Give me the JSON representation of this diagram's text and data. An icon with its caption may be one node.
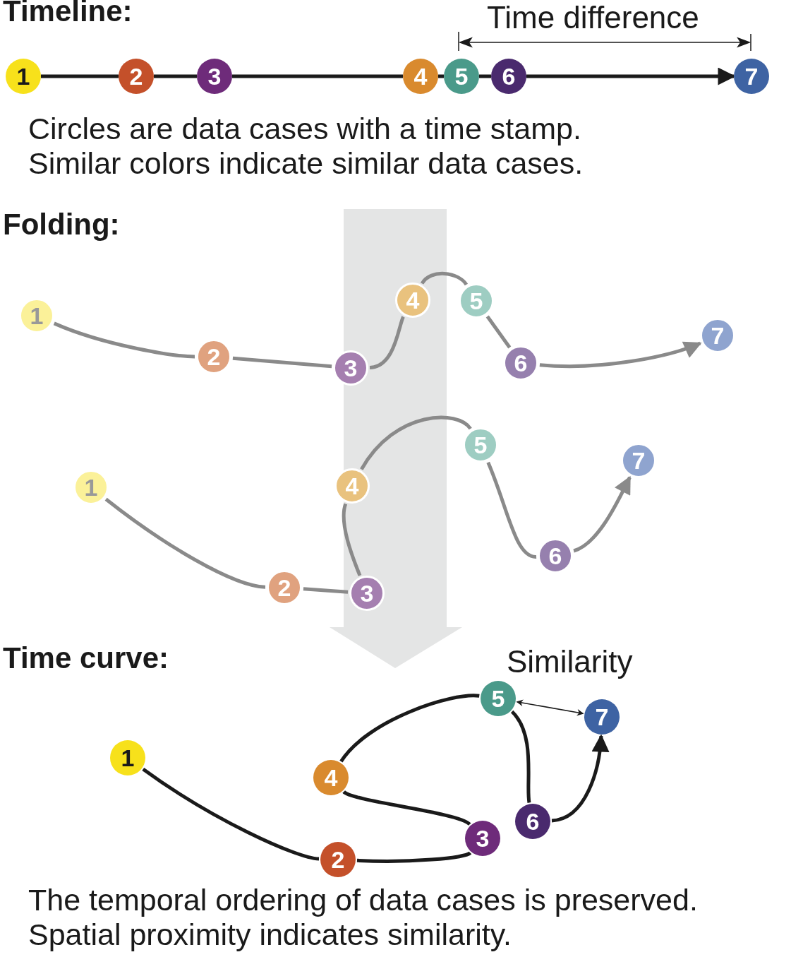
{
  "diagram": {
    "nodes": [
      {
        "text": [
          "1"
        ]
      },
      {
        "text": [
          "2"
        ]
      },
      {
        "text": [
          "3"
        ]
      },
      {
        "text": [
          "4"
        ]
      },
      {
        "text": [
          "5"
        ]
      },
      {
        "text": [
          "6"
        ]
      },
      {
        "text": [
          "7"
        ]
      },
      {
        "text": [
          "1"
        ]
      },
      {
        "text": [
          "2"
        ]
      },
      {
        "text": [
          "3"
        ]
      },
      {
        "text": [
          "4"
        ]
      },
      {
        "text": [
          "5"
        ]
      },
      {
        "text": [
          "6"
        ]
      },
      {
        "text": [
          "7"
        ]
      },
      {
        "text": [
          "1"
        ]
      },
      {
        "text": [
          "2"
        ]
      },
      {
        "text": [
          "3"
        ]
      },
      {
        "text": [
          "4"
        ]
      },
      {
        "text": [
          "5"
        ]
      },
      {
        "text": [
          "6"
        ]
      },
      {
        "text": [
          "7"
        ]
      },
      {
        "text": [
          "1"
        ]
      },
      {
        "text": [
          "2"
        ]
      },
      {
        "text": [
          "3"
        ]
      },
      {
        "text": [
          "4"
        ]
      },
      {
        "text": [
          "5"
        ]
      },
      {
        "text": [
          "6"
        ]
      },
      {
        "text": [
          "7"
        ]
      }
    ],
    "edges": [
      {
        "from": 0,
        "to": 1,
        "arrow": "none"
      },
      {
        "from": 1,
        "to": 2,
        "arrow": "none"
      },
      {
        "from": 2,
        "to": 3,
        "arrow": "none"
      },
      {
        "from": 3,
        "to": 4,
        "arrow": "none"
      },
      {
        "from": 4,
        "to": 5,
        "arrow": "none"
      },
      {
        "from": 5,
        "to": 6,
        "arrow": "to"
      },
      {
        "from": 7,
        "to": 8,
        "arrow": "none",
        "color": "#8a8a8a"
      },
      {
        "from": 8,
        "to": 9,
        "arrow": "none",
        "color": "#8a8a8a"
      },
      {
        "from": 9,
        "to": 10,
        "arrow": "none",
        "color": "#8a8a8a"
      },
      {
        "from": 10,
        "to": 11,
        "arrow": "none",
        "color": "#8a8a8a"
      },
      {
        "from": 11,
        "to": 12,
        "arrow": "none",
        "color": "#8a8a8a"
      },
      {
        "from": 12,
        "to": 13,
        "arrow": "to",
        "color": "#8a8a8a"
      },
      {
        "from": 14,
        "to": 15,
        "arrow": "none",
        "color": "#8a8a8a"
      },
      {
        "from": 15,
        "to": 16,
        "arrow": "none",
        "color": "#8a8a8a"
      },
      {
        "from": 16,
        "to": 17,
        "arrow": "none",
        "color": "#8a8a8a"
      },
      {
        "from": 17,
        "to": 18,
        "arrow": "none",
        "color": "#8a8a8a"
      },
      {
        "from": 18,
        "to": 19,
        "arrow": "none",
        "color": "#8a8a8a"
      },
      {
        "from": 19,
        "to": 20,
        "arrow": "to",
        "color": "#8a8a8a"
      },
      {
        "from": 21,
        "to": 22,
        "arrow": "none"
      },
      {
        "from": 22,
        "to": 23,
        "arrow": "none"
      },
      {
        "from": 23,
        "to": 24,
        "arrow": "none"
      },
      {
        "from": 24,
        "to": 25,
        "arrow": "none"
      },
      {
        "from": 25,
        "to": 26,
        "arrow": "none"
      },
      {
        "from": 26,
        "to": 27,
        "arrow": "to"
      },
      {
        "from": 25,
        "to": 27,
        "arrow": "both",
        "label": "Similarity"
      }
    ],
    "labels": [
      "Timeline:",
      "Time difference",
      "Circles are data cases with a time stamp. Similar colors indicate similar data cases.",
      "Folding:",
      "Time curve:",
      "The temporal ordering of data cases is preserved. Spatial proximity indicates similarity."
    ]
  }
}
